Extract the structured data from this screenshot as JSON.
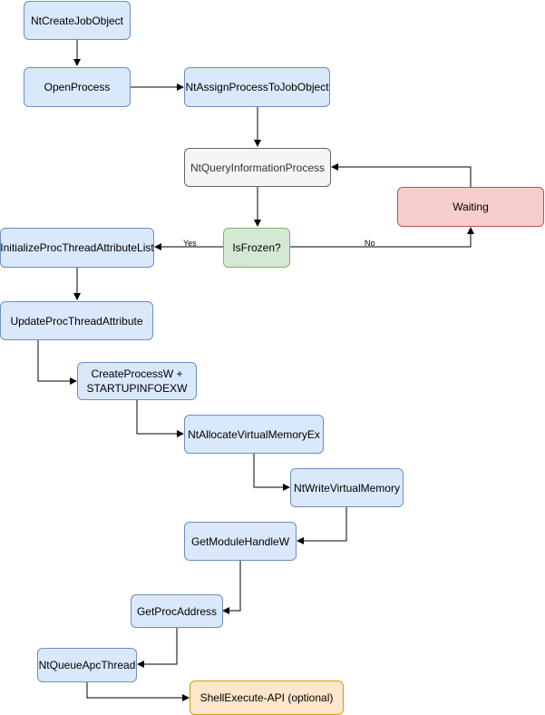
{
  "nodes": {
    "nt_create_job_object": "NtCreateJobObject",
    "open_process": "OpenProcess",
    "nt_assign_process": "NtAssignProcessToJobObject",
    "nt_query_information_process": "NtQueryInformationProcess",
    "waiting": "Waiting",
    "is_frozen": "IsFrozen?",
    "initialize_proc_thread_attribute_list": "InitializeProcThreadAttributeList",
    "update_proc_thread_attribute": "UpdateProcThreadAttribute",
    "create_process_w": "CreateProcessW +\nSTARTUPINFOEXW",
    "nt_allocate_virtual_memory_ex": "NtAllocateVirtualMemoryEx",
    "nt_write_virtual_memory": "NtWriteVirtualMemory",
    "get_module_handle_w": "GetModuleHandleW",
    "get_proc_address": "GetProcAddress",
    "nt_queue_apc_thread": "NtQueueApcThread",
    "shell_execute_api": "ShellExecute-API (optional)"
  },
  "edge_labels": {
    "yes": "Yes",
    "no": "No"
  },
  "colors": {
    "default_fill": "#dae8fc",
    "default_stroke": "#6c8ebf",
    "decision_fill": "#d5e8d4",
    "wait_fill": "#f8cecc",
    "query_fill": "#f5f5f5",
    "optional_fill": "#ffe6cc"
  }
}
